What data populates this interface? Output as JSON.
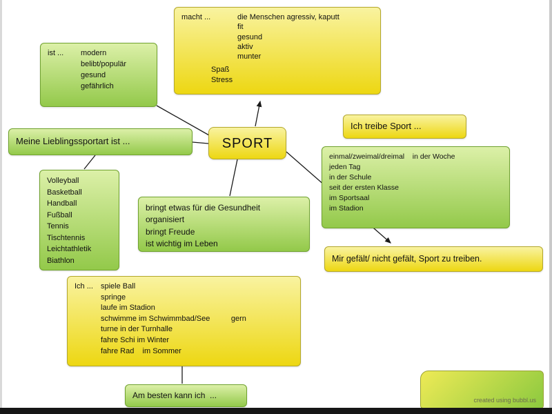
{
  "title": "SPORT mind map",
  "colors": {
    "yellow_gradient_top": "#f9f3a0",
    "yellow_gradient_bottom": "#edd712",
    "yellow_border": "#b3a72b",
    "green_gradient_top": "#dcf0a8",
    "green_gradient_bottom": "#93c94a",
    "green_border": "#6fa22e",
    "line_color": "#1a1a1a"
  },
  "nodes": {
    "sport": {
      "label": "SPORT"
    },
    "macht": {
      "label": "macht ...",
      "items": [
        "die Menschen agressiv, kaputt",
        "fit",
        "gesund",
        "aktiv",
        "munter"
      ],
      "extras": [
        "Spaß",
        "Stress"
      ]
    },
    "ist": {
      "label": "ist ...",
      "items": [
        "modern",
        "belibt/populär",
        "gesund",
        "gefährlich"
      ]
    },
    "lieblings": {
      "label": "Meine Lieblingssportart ist ..."
    },
    "sportarten": {
      "items": [
        "Volleyball",
        "Basketball",
        "Handball",
        "Fußball",
        "Tennis",
        "Tischtennis",
        "Leichtathletik",
        "Biathlon"
      ]
    },
    "gesundheit": {
      "items": [
        "bringt etwas für die Gesundheit",
        "organisiert",
        "bringt Freude",
        "ist wichtig im Leben"
      ]
    },
    "treibe": {
      "label": "Ich treibe Sport ..."
    },
    "haeufigkeit": {
      "items": [
        "einmal/zweimal/dreimal    in der Woche",
        "jeden Tag",
        "in der Schule",
        "seit der ersten Klasse",
        "im Sportsaal",
        "im Stadion"
      ]
    },
    "gefaellt": {
      "label": "Mir gefält/ nicht gefält, Sport zu treiben."
    },
    "ich": {
      "label": "Ich ...",
      "items": [
        "spiele Ball",
        "springe",
        "laufe im Stadion",
        "schwimme im Schwimmbad/See          gern",
        "turne in der Turnhalle",
        "fahre Schi im Winter",
        "fahre Rad    im Sommer"
      ]
    },
    "besten": {
      "label": "Am besten kann ich  ..."
    },
    "watermark": {
      "label": "created using bubbl.us"
    }
  }
}
